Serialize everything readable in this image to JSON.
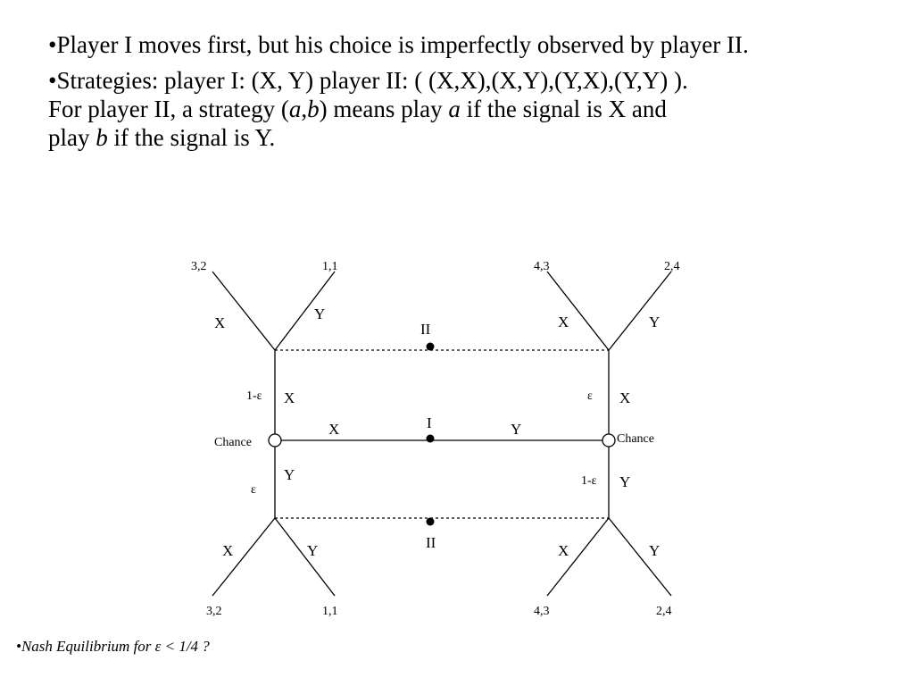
{
  "slide": {
    "bullet1": {
      "text": "•Player I moves first, but his choice is imperfectly observed by player II."
    },
    "bullet2": {
      "line1": "•Strategies: player I: (X, Y)   player II: ( (X,X),(X,Y),(Y,X),(Y,Y) ).",
      "line2_pre": "For player II, a strategy (",
      "var_a": "a",
      "comma": ",",
      "var_b": "b",
      "line2_mid": ") means play ",
      "line2_post": " if  the signal is X and",
      "line3_pre": "play ",
      "line3_post": " if  the signal is Y."
    },
    "footer": "•Nash Equilibrium for ε < 1/4 ?"
  },
  "tree": {
    "player_I_label": "I",
    "player_II_label": "II",
    "chance_label": "Chance",
    "move_x": "X",
    "move_y": "Y",
    "prob_one_minus_eps": "1-ε",
    "prob_eps": "ε",
    "payoffs": {
      "top_left_x": "3,2",
      "top_left_y": "1,1",
      "top_right_x": "4,3",
      "top_right_y": "2,4",
      "bottom_left_x": "3,2",
      "bottom_left_y": "1,1",
      "bottom_right_x": "4,3",
      "bottom_right_y": "2,4"
    }
  }
}
